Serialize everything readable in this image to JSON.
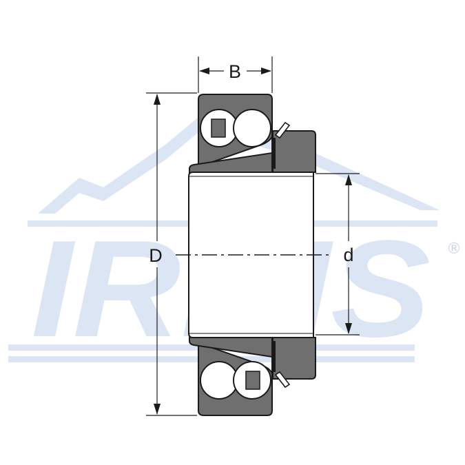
{
  "watermark": {
    "brand_text": "IRBIS",
    "registered_mark": "®",
    "color": "#dbe5f3"
  },
  "dimensions": {
    "width_label": "B",
    "outer_diameter_label": "D",
    "bore_label": "d"
  },
  "colors": {
    "ring_fill": "#6f6f6f",
    "outline": "#1a1a1a",
    "sleeve_fill": "#ffffff"
  }
}
